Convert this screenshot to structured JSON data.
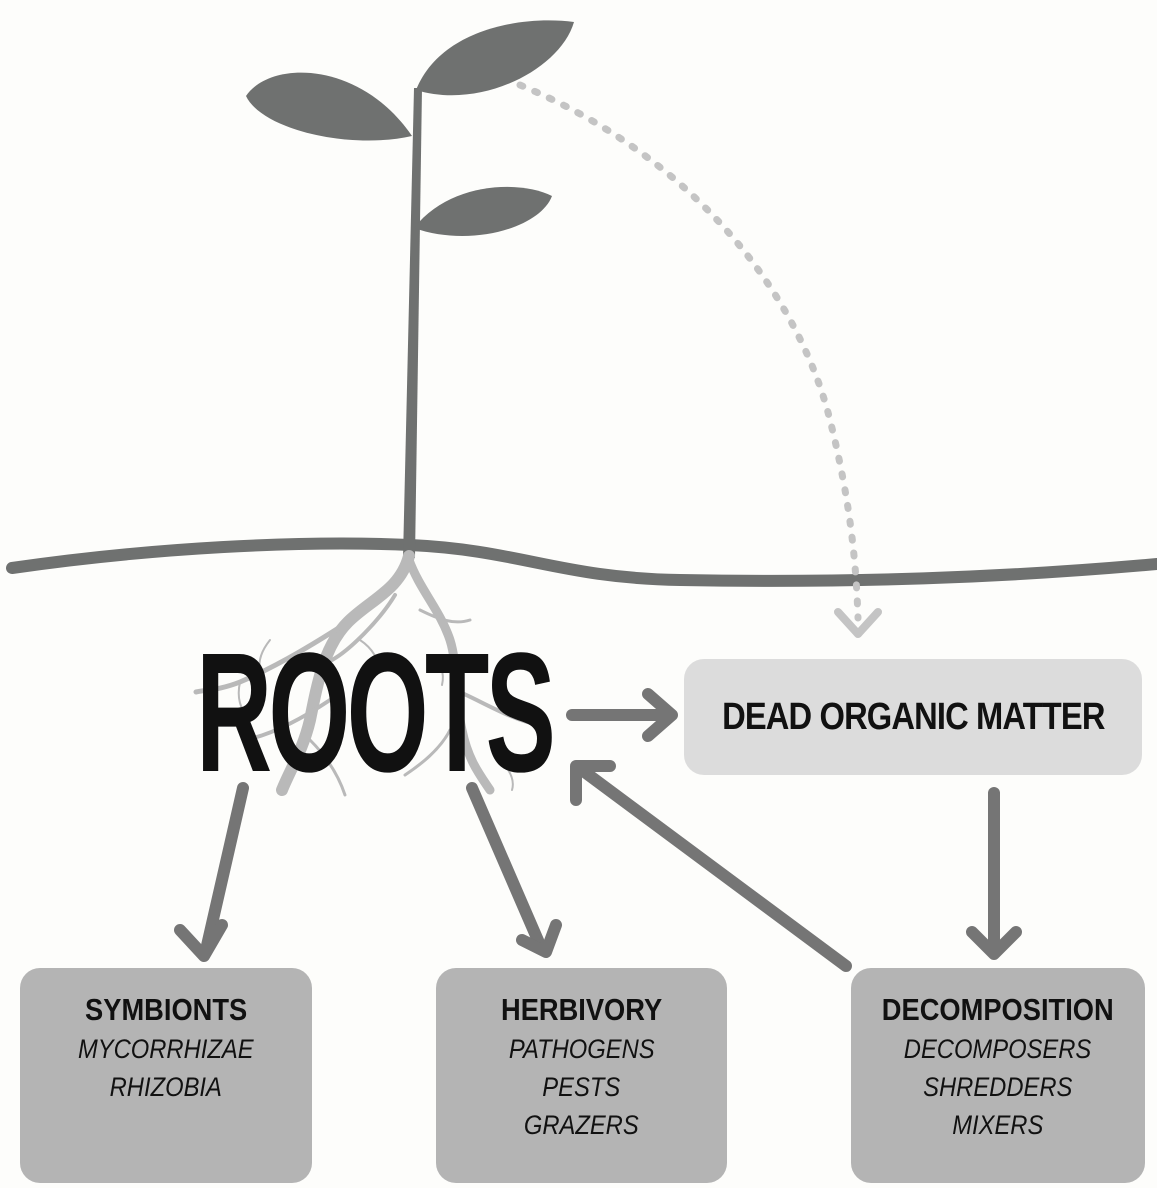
{
  "roots_label": "ROOTS",
  "dead_organic_matter": "DEAD ORGANIC MATTER",
  "boxes": {
    "symbionts": {
      "title": "SYMBIONTS",
      "items": [
        "MYCORRHIZAE",
        "RHIZOBIA"
      ]
    },
    "herbivory": {
      "title": "HERBIVORY",
      "items": [
        "PATHOGENS",
        "PESTS",
        "GRAZERS"
      ]
    },
    "decomposition": {
      "title": "DECOMPOSITION",
      "items": [
        "DECOMPOSERS",
        "SHREDDERS",
        "MIXERS"
      ]
    }
  },
  "colors": {
    "plant": "#6f7170",
    "arrow": "#757575",
    "roots": "#b9b9b9",
    "dotted_arrow": "#c4c4c4",
    "box_top": "#dcdcdc",
    "box_bottom": "#b4b4b4",
    "text": "#111111"
  }
}
